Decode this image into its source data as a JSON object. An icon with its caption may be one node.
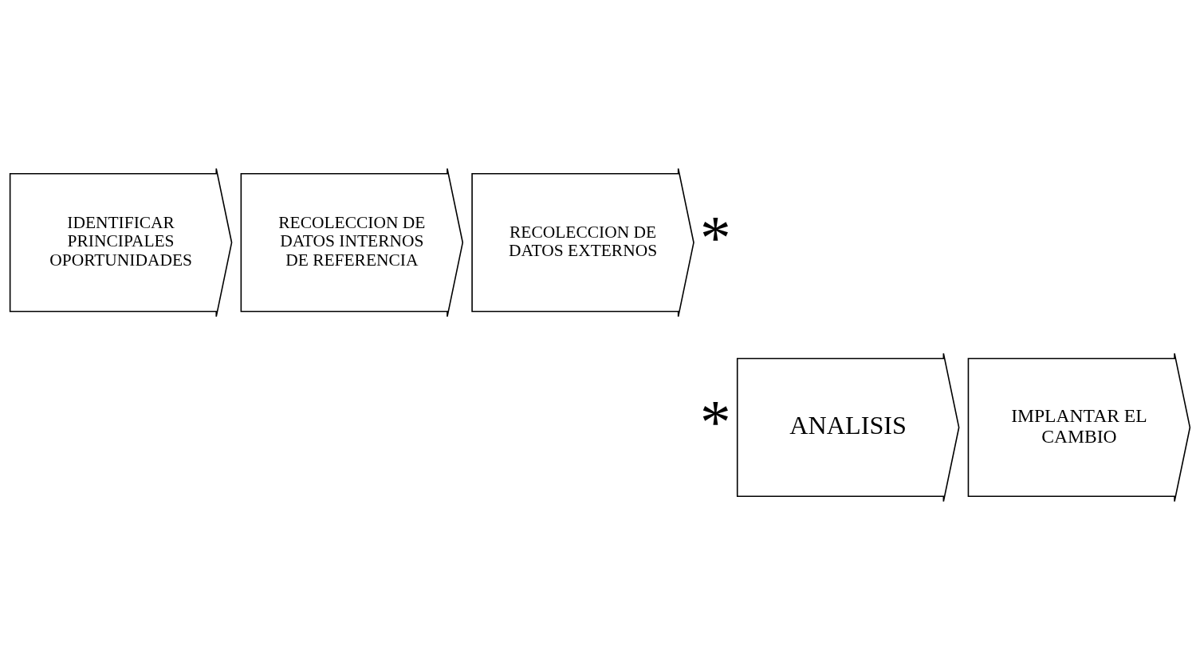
{
  "diagram": {
    "nodes": [
      {
        "text": [
          "IDENTIFICAR PRINCIPALES OPORTUNIDADES"
        ]
      },
      {
        "text": [
          "RECOLECCION DE DATOS INTERNOS DE REFERENCIA"
        ]
      },
      {
        "text": [
          "RECOLECCION DE DATOS EXTERNOS"
        ]
      },
      {
        "text": [
          "ANALISIS"
        ]
      },
      {
        "text": [
          "IMPLANTAR EL CAMBIO"
        ]
      }
    ],
    "labels": [
      "*",
      "*"
    ]
  }
}
